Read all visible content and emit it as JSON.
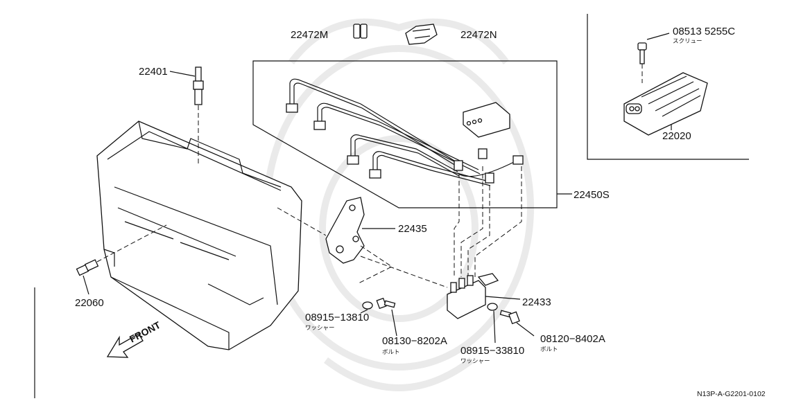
{
  "labels": {
    "clip_a": "22472M",
    "clip_b": "22472N",
    "spark_plug": "22401",
    "screw": "08513 5255C",
    "screw_jp": "スクリュー",
    "module": "22020",
    "cable_set": "22450S",
    "bracket": "22435",
    "sensor": "22060",
    "coil": "22433",
    "washer_a": "08915−13810",
    "washer_a_jp": "ワッシャー",
    "bolt_a": "08130−8202A",
    "bolt_a_jp": "ボルト",
    "washer_b": "08915−33810",
    "washer_b_jp": "ワッシャー",
    "bolt_b": "08120−8402A",
    "bolt_b_jp": "ボルト",
    "front": "FRONT",
    "diagram_ref": "N13P-A-G2201-0102"
  }
}
